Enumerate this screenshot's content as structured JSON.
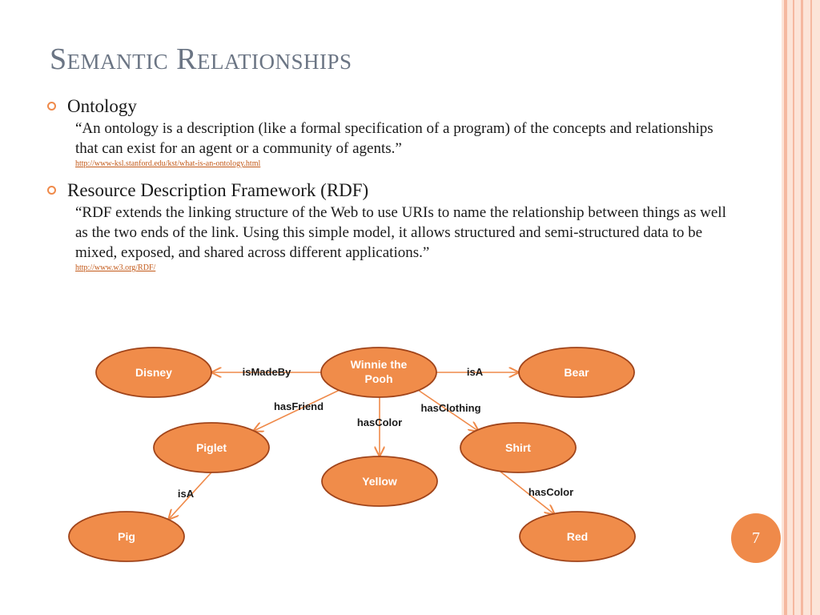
{
  "slide": {
    "title": "Semantic Relationships",
    "page_number": "7"
  },
  "bullets": [
    {
      "heading": "Ontology",
      "quote": "“An ontology is a description (like a formal specification of a program) of the concepts and relationships that can exist for an agent or a community of agents.”",
      "link": "http://www-ksl.stanford.edu/kst/what-is-an-ontology.html"
    },
    {
      "heading": "Resource Description Framework (RDF)",
      "quote": "“RDF extends the linking structure of the Web to use URIs to name the relationship between things as well as the two ends of the link. Using this simple model, it allows structured and semi-structured data to be mixed, exposed, and shared across different applications.”",
      "link": "http://www.w3.org/RDF/"
    }
  ],
  "diagram": {
    "colors": {
      "node_fill": "#f08c4a",
      "node_stroke": "#a0441a",
      "edge": "#ef8a4a"
    },
    "nodes": [
      {
        "id": "disney",
        "label": "Disney"
      },
      {
        "id": "pooh",
        "label": "Winnie the Pooh"
      },
      {
        "id": "bear",
        "label": "Bear"
      },
      {
        "id": "piglet",
        "label": "Piglet"
      },
      {
        "id": "shirt",
        "label": "Shirt"
      },
      {
        "id": "yellow",
        "label": "Yellow"
      },
      {
        "id": "pig",
        "label": "Pig"
      },
      {
        "id": "red",
        "label": "Red"
      }
    ],
    "edges": [
      {
        "from": "pooh",
        "to": "disney",
        "label": "isMadeBy"
      },
      {
        "from": "pooh",
        "to": "bear",
        "label": "isA"
      },
      {
        "from": "pooh",
        "to": "piglet",
        "label": "hasFriend"
      },
      {
        "from": "pooh",
        "to": "yellow",
        "label": "hasColor"
      },
      {
        "from": "pooh",
        "to": "shirt",
        "label": "hasClothing"
      },
      {
        "from": "piglet",
        "to": "pig",
        "label": "isA"
      },
      {
        "from": "shirt",
        "to": "red",
        "label": "hasColor"
      }
    ]
  }
}
